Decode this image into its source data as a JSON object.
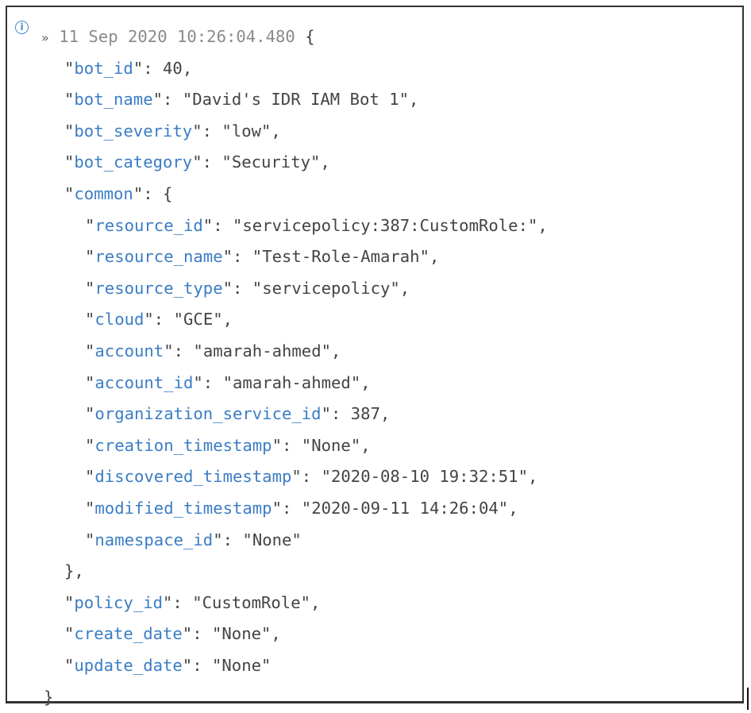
{
  "header": {
    "icon": "info-icon",
    "marker": "»",
    "timestamp": "11 Sep 2020 10:26:04.480",
    "open_brace": "{"
  },
  "fields": [
    {
      "key": "bot_id",
      "value": "40",
      "type": "number"
    },
    {
      "key": "bot_name",
      "value": "David's IDR IAM Bot 1",
      "type": "string"
    },
    {
      "key": "bot_severity",
      "value": "low",
      "type": "string"
    },
    {
      "key": "bot_category",
      "value": "Security",
      "type": "string"
    }
  ],
  "common": {
    "key": "common",
    "fields": [
      {
        "key": "resource_id",
        "value": "servicepolicy:387:CustomRole:",
        "type": "string"
      },
      {
        "key": "resource_name",
        "value": "Test-Role-Amarah",
        "type": "string"
      },
      {
        "key": "resource_type",
        "value": "servicepolicy",
        "type": "string"
      },
      {
        "key": "cloud",
        "value": "GCE",
        "type": "string"
      },
      {
        "key": "account",
        "value": "amarah-ahmed",
        "type": "string"
      },
      {
        "key": "account_id",
        "value": "amarah-ahmed",
        "type": "string"
      },
      {
        "key": "organization_service_id",
        "value": "387",
        "type": "number"
      },
      {
        "key": "creation_timestamp",
        "value": "None",
        "type": "string"
      },
      {
        "key": "discovered_timestamp",
        "value": "2020-08-10 19:32:51",
        "type": "string"
      },
      {
        "key": "modified_timestamp",
        "value": "2020-09-11 14:26:04",
        "type": "string"
      },
      {
        "key": "namespace_id",
        "value": "None",
        "type": "string"
      }
    ]
  },
  "trailing_fields": [
    {
      "key": "policy_id",
      "value": "CustomRole",
      "type": "string"
    },
    {
      "key": "create_date",
      "value": "None",
      "type": "string"
    },
    {
      "key": "update_date",
      "value": "None",
      "type": "string"
    }
  ],
  "colors": {
    "key": "#3b7dc4",
    "value": "#444444",
    "timestamp": "#8a8a8a"
  }
}
